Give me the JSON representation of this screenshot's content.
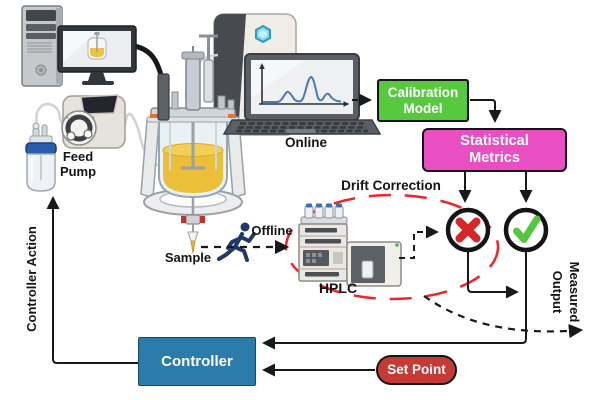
{
  "diagram": {
    "nodes": {
      "calibration_model": {
        "label": "Calibration Model",
        "color": "#57c93e"
      },
      "statistical_metrics": {
        "label": "Statistical Metrics",
        "color": "#e94ec2"
      },
      "controller": {
        "label": "Controller",
        "color": "#2b7cab"
      },
      "set_point": {
        "label": "Set Point",
        "color": "#c63a35"
      }
    },
    "labels": {
      "feed_pump": "Feed Pump",
      "online": "Online",
      "sample": "Sample",
      "offline": "Offline",
      "hplc": "HPLC",
      "drift_correction": "Drift Correction",
      "controller_action": "Controller Action",
      "measured_output": "Measured\nOutput"
    },
    "icons": {
      "fail": {
        "name": "x-mark-icon",
        "color": "#d6262a"
      },
      "pass": {
        "name": "check-mark-icon",
        "color": "#54c63f"
      },
      "runner": {
        "name": "running-person-icon",
        "color": "#21386b"
      },
      "drift_ellipse_color": "#ee2529",
      "line_color": "#17191c"
    }
  }
}
